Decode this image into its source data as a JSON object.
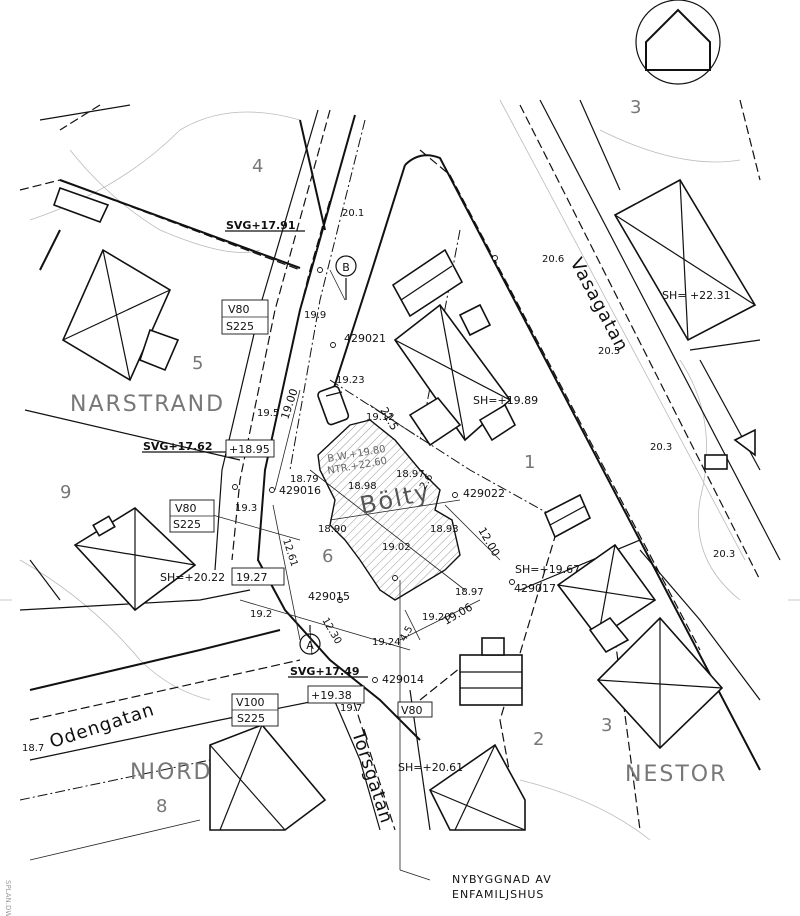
{
  "district_names": {
    "narstrand": "NARSTRAND",
    "nord": "NIORD",
    "nestor": "NESTOR"
  },
  "plot_numbers": {
    "p4": "4",
    "p5": "5",
    "p9": "9",
    "p6": "6",
    "p1": "1",
    "p2": "2",
    "p3_top": "3",
    "p3_bottom": "3",
    "p8": "8"
  },
  "streets": {
    "vasagatan": "Vasagatan",
    "odengatan": "Odengatan",
    "torsgatan": "Torsgatan"
  },
  "property_name": "Bölty",
  "section_markers": {
    "a": "A",
    "b": "B"
  },
  "labels": {
    "svg_1": "SVG+17.91",
    "svg_2": "SVG+17.62",
    "svg_3": "SVG+17.49",
    "v80_1": "V80",
    "s225_1": "S225",
    "v80_2": "V80",
    "s225_2": "S225",
    "v100": "V100",
    "s225_3": "S225",
    "v80_3": "V80",
    "plus_1895": "+18.95",
    "plus_1938": "+19.38",
    "val_1927": "19.27",
    "sh_1989": "SH=+19.89",
    "sh_2231": "SH= +22.31",
    "sh_2022": "SH=+20.22",
    "sh_1967": "SH=+19.67",
    "sh_2061": "SH=+20.61",
    "bw": "B.W.+19.80",
    "ntr": "NTR.+22.60",
    "p429021": "429021",
    "p429016": "429016",
    "p429022": "429022",
    "p429015": "429015",
    "p429017": "429017",
    "p429014": "429014",
    "e201": "20.1",
    "e206": "20.6",
    "e205": "20.5",
    "e203a": "20.3",
    "e203b": "20.3",
    "e195": "19.5",
    "e193": "19.3",
    "e192": "19.2",
    "e197": "19.7",
    "e187": "18.7",
    "e1923": "19.23",
    "e1912": "19.12",
    "e1879": "18.79",
    "e1898": "18.98",
    "e1897": "18.97",
    "e1893": "18.93",
    "e1890": "18.90",
    "e1902": "19.02",
    "e1897b": "18.97",
    "e1920": "19.20",
    "e1924": "19.24",
    "e199": "19.9",
    "d1900": "19.00",
    "d215": "21.5",
    "d1200": "12.00",
    "d1906": "19.06",
    "d45": "4.5",
    "d1230": "12.30",
    "d1261": "12.61",
    "d26": "2.6"
  },
  "callout": {
    "line1": "NYBYGGNAD AV",
    "line2": "ENFAMILJSHUS"
  },
  "margin_text": "SPLAN.DWG"
}
